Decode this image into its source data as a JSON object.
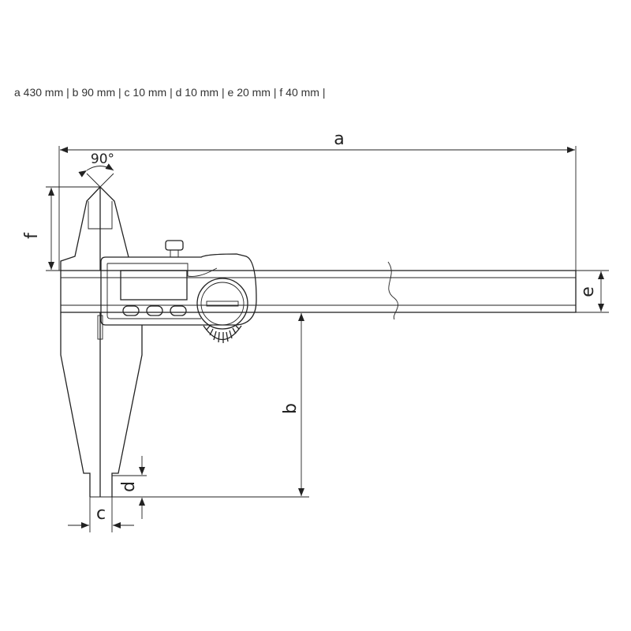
{
  "spec_line": "a 430 mm | b 90 mm | c 10 mm | d 10 mm | e 20 mm | f 40 mm |",
  "dimensions": {
    "a": {
      "label": "a",
      "value_mm": 430
    },
    "b": {
      "label": "b",
      "value_mm": 90
    },
    "c": {
      "label": "c",
      "value_mm": 10
    },
    "d": {
      "label": "d",
      "value_mm": 10
    },
    "e": {
      "label": "e",
      "value_mm": 20
    },
    "f": {
      "label": "f",
      "value_mm": 40
    }
  },
  "angle_label": "90°"
}
